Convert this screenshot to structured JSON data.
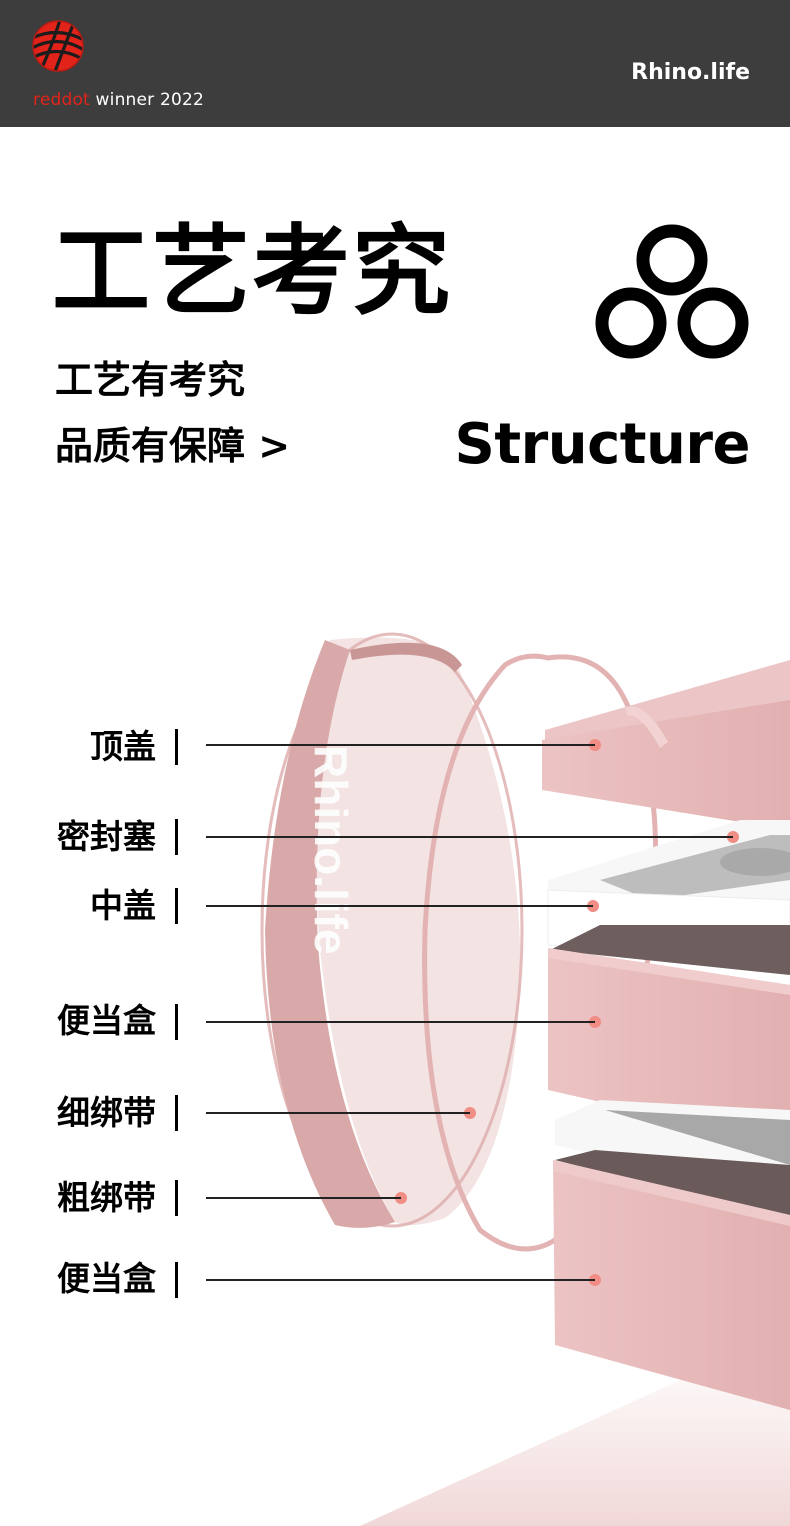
{
  "header": {
    "award_red": "red",
    "award_dot": "dot",
    "award_rest": " winner 2022",
    "brand": "Rhino.life"
  },
  "hero": {
    "title": "工艺考究",
    "subtitle_line1": "工艺有考究",
    "subtitle_line2": "品质有保障 >",
    "structure_label": "Structure",
    "icon": "three-circles-structure-icon"
  },
  "product": {
    "strap_print": "Rhino.life",
    "parts": [
      {
        "label": "顶盖"
      },
      {
        "label": "密封塞"
      },
      {
        "label": "中盖"
      },
      {
        "label": "便当盒"
      },
      {
        "label": "细绑带"
      },
      {
        "label": "粗绑带"
      },
      {
        "label": "便当盒"
      }
    ]
  },
  "colors": {
    "header_bg": "#3d3d3d",
    "reddot_red": "#e2231a",
    "product_pink": "#e6b9b9",
    "marker": "#f08d85"
  }
}
